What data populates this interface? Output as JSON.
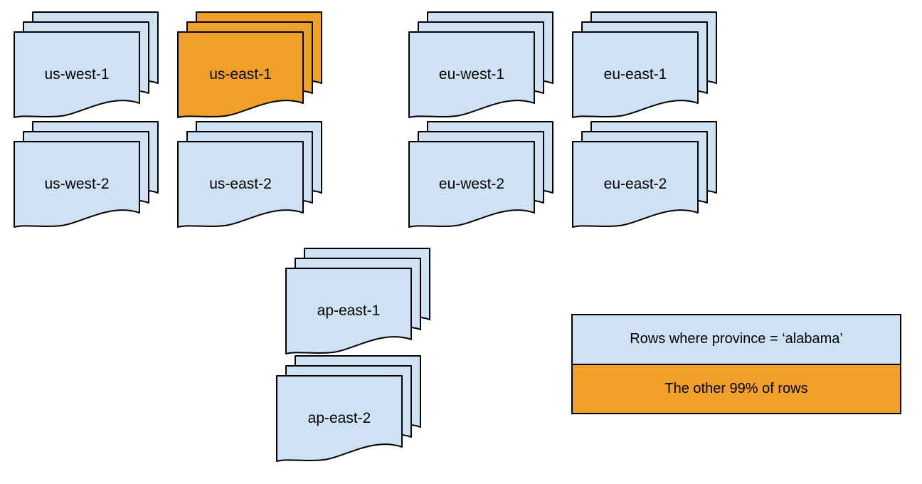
{
  "colors": {
    "partition_blue": "#CFE2F3",
    "partition_orange": "#F0A029",
    "stroke": "#000000"
  },
  "stacks": [
    {
      "label": "us-west-1",
      "variant": "blue"
    },
    {
      "label": "us-east-1",
      "variant": "orange"
    },
    {
      "label": "eu-west-1",
      "variant": "blue"
    },
    {
      "label": "eu-east-1",
      "variant": "blue"
    },
    {
      "label": "us-west-2",
      "variant": "blue"
    },
    {
      "label": "us-east-2",
      "variant": "blue"
    },
    {
      "label": "eu-west-2",
      "variant": "blue"
    },
    {
      "label": "eu-east-2",
      "variant": "blue"
    },
    {
      "label": "ap-east-1",
      "variant": "blue"
    },
    {
      "label": "ap-east-2",
      "variant": "blue"
    }
  ],
  "legend": {
    "blue_label": "Rows where province = ‘alabama’",
    "orange_label": "The other 99% of rows"
  }
}
